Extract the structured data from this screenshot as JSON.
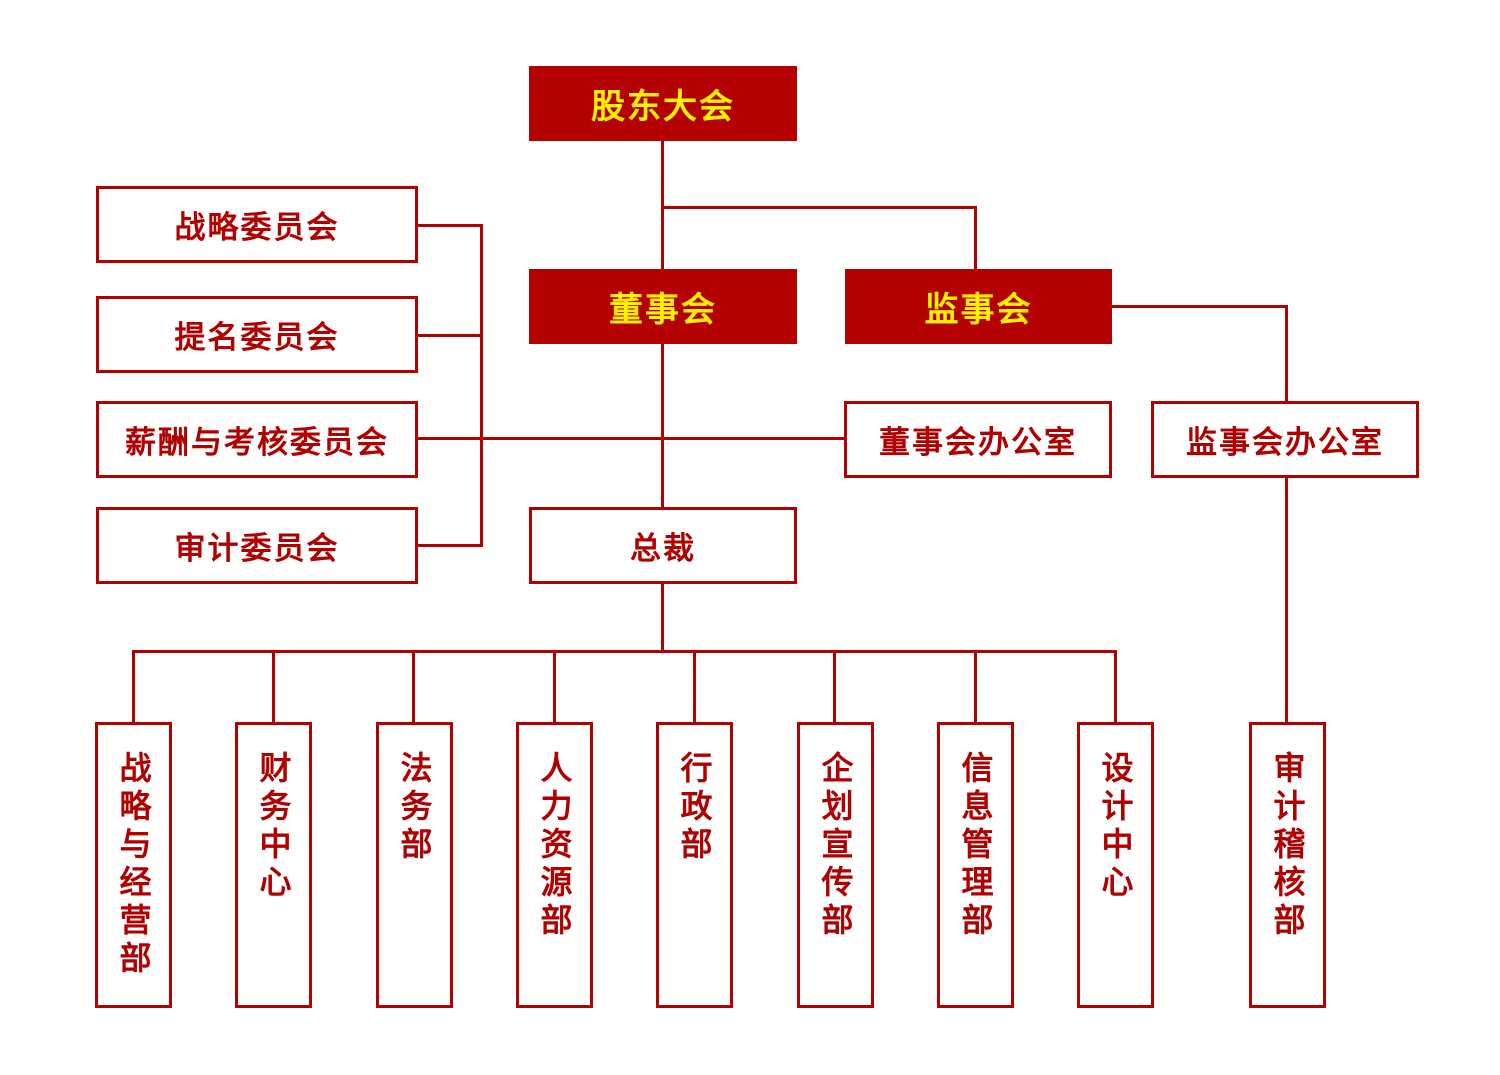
{
  "org_chart": {
    "shareholders_meeting": "股东大会",
    "board": "董事会",
    "supervisory_board": "监事会",
    "committees": {
      "strategy": "战略委员会",
      "nomination": "提名委员会",
      "compensation": "薪酬与考核委员会",
      "audit": "审计委员会"
    },
    "board_office": "董事会办公室",
    "supervisory_office": "监事会办公室",
    "president": "总裁",
    "departments": {
      "strategy_ops": "战略与经营部",
      "finance": "财务中心",
      "legal": "法务部",
      "hr": "人力资源部",
      "admin": "行政部",
      "planning_pr": "企划宣传部",
      "it": "信息管理部",
      "design": "设计中心",
      "audit": "审计稽核部"
    }
  },
  "colors": {
    "primary_red": "#b50000",
    "title_text": "#fff200",
    "line": "#b00000"
  }
}
